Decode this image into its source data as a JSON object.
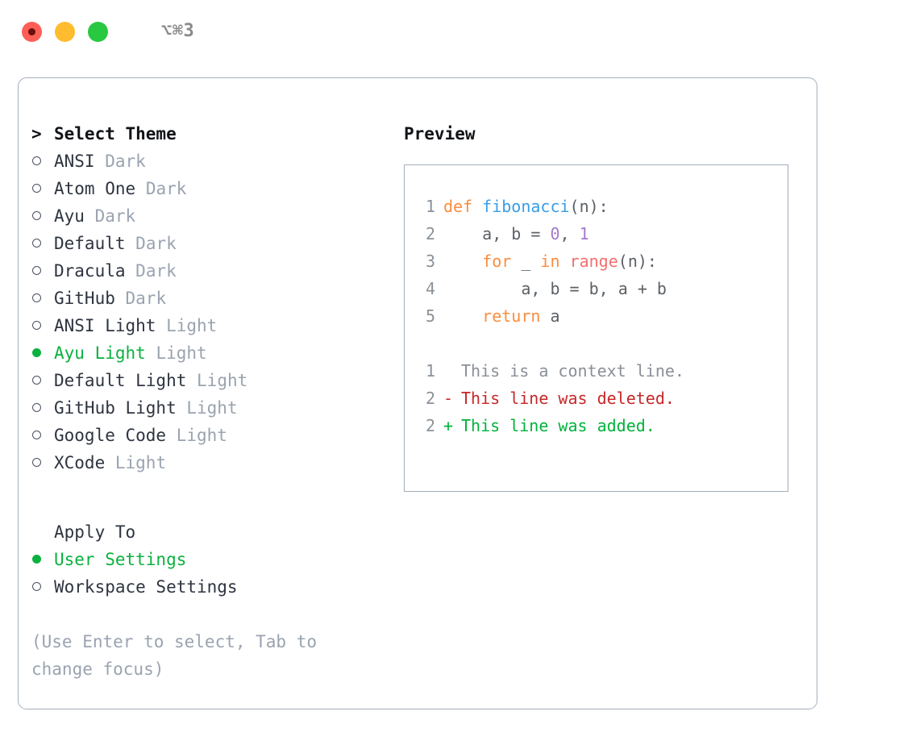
{
  "titlebar": {
    "shortcut": "⌥⌘3",
    "dots": [
      {
        "name": "close-button",
        "color": "#fd5f57"
      },
      {
        "name": "minimize-button",
        "color": "#febc2e"
      },
      {
        "name": "maximize-button",
        "color": "#28c840"
      }
    ]
  },
  "theme_picker": {
    "header_prefix": ">",
    "header": "Select Theme",
    "items": [
      {
        "name": "ANSI",
        "kind": "Dark",
        "selected": false
      },
      {
        "name": "Atom One",
        "kind": "Dark",
        "selected": false
      },
      {
        "name": "Ayu",
        "kind": "Dark",
        "selected": false
      },
      {
        "name": "Default",
        "kind": "Dark",
        "selected": false
      },
      {
        "name": "Dracula",
        "kind": "Dark",
        "selected": false
      },
      {
        "name": "GitHub",
        "kind": "Dark",
        "selected": false
      },
      {
        "name": "ANSI Light",
        "kind": "Light",
        "selected": false
      },
      {
        "name": "Ayu Light",
        "kind": "Light",
        "selected": true
      },
      {
        "name": "Default Light",
        "kind": "Light",
        "selected": false
      },
      {
        "name": "GitHub Light",
        "kind": "Light",
        "selected": false
      },
      {
        "name": "Google Code",
        "kind": "Light",
        "selected": false
      },
      {
        "name": "XCode",
        "kind": "Light",
        "selected": false
      }
    ]
  },
  "apply_to": {
    "header": "Apply To",
    "options": [
      {
        "label": "User Settings",
        "selected": true
      },
      {
        "label": "Workspace Settings",
        "selected": false
      }
    ]
  },
  "help": {
    "text": "(Use Enter to select, Tab to change focus)"
  },
  "preview": {
    "title": "Preview",
    "code_lines": [
      {
        "lineno": "1",
        "tokens": [
          {
            "t": "def",
            "c": "kw"
          },
          {
            "t": " ",
            "c": "pun"
          },
          {
            "t": "fibonacci",
            "c": "fn"
          },
          {
            "t": "(n):",
            "c": "pun"
          }
        ]
      },
      {
        "lineno": "2",
        "tokens": [
          {
            "t": "    a, b = ",
            "c": "var"
          },
          {
            "t": "0",
            "c": "num"
          },
          {
            "t": ", ",
            "c": "pun"
          },
          {
            "t": "1",
            "c": "num"
          }
        ]
      },
      {
        "lineno": "3",
        "tokens": [
          {
            "t": "    ",
            "c": "pun"
          },
          {
            "t": "for",
            "c": "kw"
          },
          {
            "t": " _ ",
            "c": "var"
          },
          {
            "t": "in",
            "c": "kw"
          },
          {
            "t": " ",
            "c": "pun"
          },
          {
            "t": "range",
            "c": "bi"
          },
          {
            "t": "(n):",
            "c": "pun"
          }
        ]
      },
      {
        "lineno": "4",
        "tokens": [
          {
            "t": "        a, b = b, a + b",
            "c": "var"
          }
        ]
      },
      {
        "lineno": "5",
        "tokens": [
          {
            "t": "    ",
            "c": "pun"
          },
          {
            "t": "return",
            "c": "kw"
          },
          {
            "t": " a",
            "c": "var"
          }
        ]
      }
    ],
    "diff_lines": [
      {
        "lineno": "1",
        "marker": " ",
        "text": "This is a context line.",
        "kind": "ctx"
      },
      {
        "lineno": "2",
        "marker": "-",
        "text": "This line was deleted.",
        "kind": "del"
      },
      {
        "lineno": "2",
        "marker": "+",
        "text": "This line was added.",
        "kind": "add"
      }
    ]
  },
  "colors": {
    "accent_green": "#0bb13f",
    "muted": "#9aa3b0",
    "border": "#a4aebb",
    "keyword": "#fa8d3e",
    "function": "#399ee6",
    "number": "#a37acc",
    "builtin": "#f07171",
    "text": "#5c6166",
    "lineno": "#8a9199",
    "diff_delete": "#c62828",
    "diff_add": "#00b33c"
  }
}
